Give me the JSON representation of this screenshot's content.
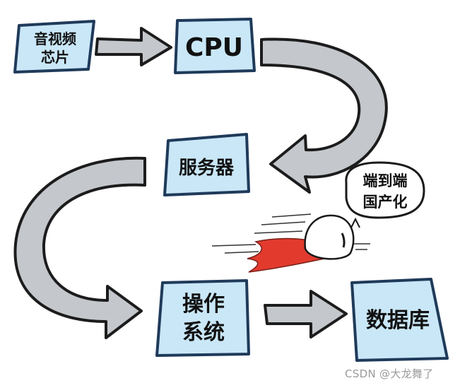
{
  "nodes": {
    "chip": {
      "line1": "音视频",
      "line2": "芯片"
    },
    "cpu": {
      "label": "CPU"
    },
    "server": {
      "label": "服务器"
    },
    "os": {
      "line1": "操作",
      "line2": "系统"
    },
    "database": {
      "label": "数据库"
    }
  },
  "speech_bubble": {
    "line1": "端到端",
    "line2": "国产化"
  },
  "watermark": "CSDN @大龙舞了",
  "colors": {
    "box_fill": "#c9e7f7",
    "box_stroke": "#1f3a5a",
    "arrow_fill": "#c4c7cc",
    "arrow_stroke": "#1c1c1c",
    "cape": "#e23b2e"
  }
}
